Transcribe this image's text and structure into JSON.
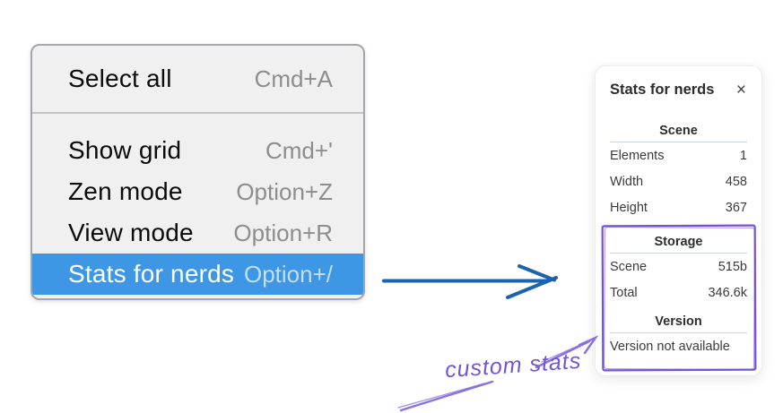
{
  "menu": {
    "sections": [
      {
        "items": [
          {
            "label": "Select all",
            "shortcut": "Cmd+A",
            "highlighted": false
          }
        ]
      },
      {
        "items": [
          {
            "label": "Show grid",
            "shortcut": "Cmd+'",
            "highlighted": false
          },
          {
            "label": "Zen mode",
            "shortcut": "Option+Z",
            "highlighted": false
          },
          {
            "label": "View mode",
            "shortcut": "Option+R",
            "highlighted": false
          },
          {
            "label": "Stats for nerds",
            "shortcut": "Option+/",
            "highlighted": true
          }
        ]
      }
    ]
  },
  "stats_panel": {
    "title": "Stats for nerds",
    "close_icon": "×",
    "sections": [
      {
        "heading": "Scene",
        "rows": [
          {
            "label": "Elements",
            "value": "1"
          },
          {
            "label": "Width",
            "value": "458"
          },
          {
            "label": "Height",
            "value": "367"
          }
        ]
      },
      {
        "heading": "Storage",
        "rows": [
          {
            "label": "Scene",
            "value": "515b"
          },
          {
            "label": "Total",
            "value": "346.6k"
          }
        ]
      },
      {
        "heading": "Version",
        "rows": [],
        "note": "Version not available"
      }
    ]
  },
  "annotations": {
    "label": "custom stats",
    "highlight_box_target": "Storage and Version sections"
  },
  "colors": {
    "highlight": "#3e97e5",
    "highlight_text": "#ffffff",
    "highlight_shortcut": "#c3def7",
    "shortcut": "#8d8d8d",
    "arrow_blue": "#1d62ae",
    "annotation_purple": "#7553d6",
    "annotation_light_purple": "#8a70e0",
    "heading_rule": "#ccd3da"
  }
}
